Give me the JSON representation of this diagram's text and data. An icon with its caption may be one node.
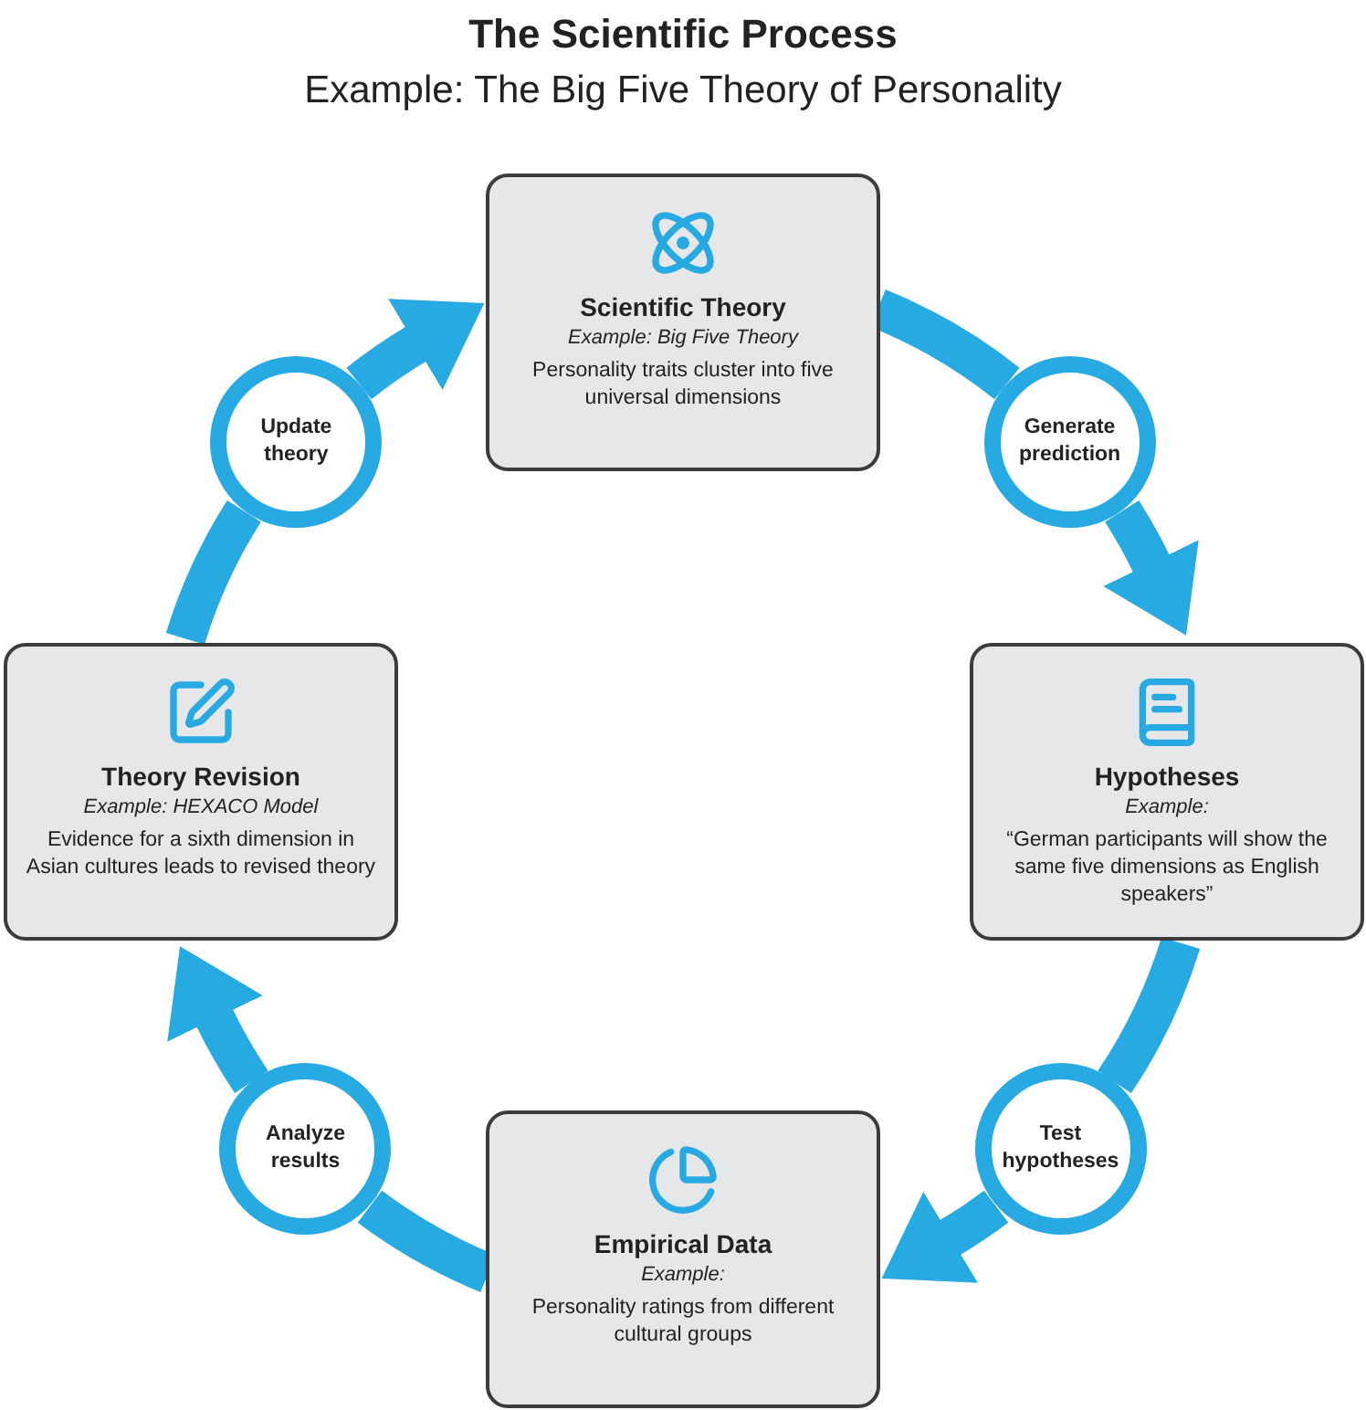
{
  "diagram": {
    "title": "The Scientific Process",
    "nodes": [
      {
        "text": [
          "Scientific Theory",
          "Example: Big Five Theory",
          "Personality traits cluster into five universal dimensions"
        ]
      },
      {
        "text": [
          "Generate prediction"
        ]
      },
      {
        "text": [
          "Hypotheses",
          "Example:",
          "“German participants will show the same five dimensions as English speakers”"
        ]
      },
      {
        "text": [
          "Test hypotheses"
        ]
      },
      {
        "text": [
          "Empirical Data",
          "Example:",
          "Personality ratings from different cultural groups"
        ]
      },
      {
        "text": [
          "Analyze results"
        ]
      },
      {
        "text": [
          "Theory Revision",
          "Example: HEXACO Model",
          "Evidence for a sixth dimension in Asian cultures leads to revised theory"
        ]
      },
      {
        "text": [
          "Update theory"
        ]
      }
    ],
    "edges": [
      {
        "from": 0,
        "to": 1,
        "arrow": "none"
      },
      {
        "from": 1,
        "to": 2,
        "arrow": "to"
      },
      {
        "from": 2,
        "to": 3,
        "arrow": "none"
      },
      {
        "from": 3,
        "to": 4,
        "arrow": "to"
      },
      {
        "from": 4,
        "to": 5,
        "arrow": "none"
      },
      {
        "from": 5,
        "to": 6,
        "arrow": "to"
      },
      {
        "from": 6,
        "to": 7,
        "arrow": "none"
      },
      {
        "from": 7,
        "to": 0,
        "arrow": "to"
      }
    ],
    "labels": [
      "Example: The Big Five Theory of Personality"
    ]
  }
}
